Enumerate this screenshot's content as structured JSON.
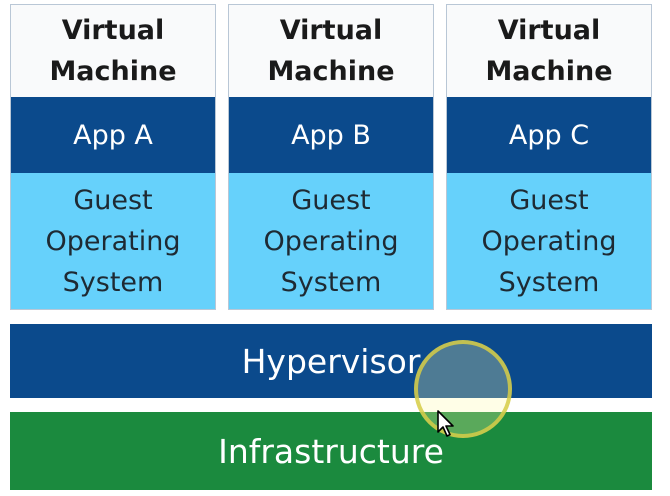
{
  "vms": [
    {
      "title_lines": [
        "Virtual",
        "Machine"
      ],
      "app": "App A",
      "os_lines": [
        "Guest",
        "Operating",
        "System"
      ]
    },
    {
      "title_lines": [
        "Virtual",
        "Machine"
      ],
      "app": "App B",
      "os_lines": [
        "Guest",
        "Operating",
        "System"
      ]
    },
    {
      "title_lines": [
        "Virtual",
        "Machine"
      ],
      "app": "App C",
      "os_lines": [
        "Guest",
        "Operating",
        "System"
      ]
    }
  ],
  "hypervisor": "Hypervisor",
  "infrastructure": "Infrastructure",
  "icons": {
    "cursor": "mouse-pointer-icon"
  },
  "colors": {
    "app_layer": "#0b4a8c",
    "guest_os_layer": "#66d1fb",
    "hypervisor_layer": "#0b4a8c",
    "infrastructure_layer": "#1b8a3e"
  }
}
